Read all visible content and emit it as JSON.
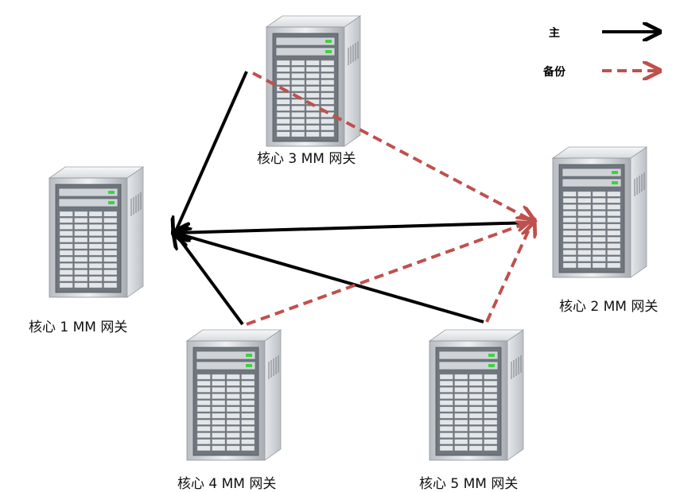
{
  "legend": {
    "primary_label": "主",
    "backup_label": "备份"
  },
  "nodes": [
    {
      "id": "core1",
      "label": "核心 1 MM 网关",
      "icon": "server-tower-icon"
    },
    {
      "id": "core2",
      "label": "核心 2 MM 网关",
      "icon": "server-tower-icon"
    },
    {
      "id": "core3",
      "label": "核心 3 MM 网关",
      "icon": "server-tower-icon"
    },
    {
      "id": "core4",
      "label": "核心 4 MM 网关",
      "icon": "server-tower-icon"
    },
    {
      "id": "core5",
      "label": "核心 5 MM 网关",
      "icon": "server-tower-icon"
    }
  ],
  "edges": [
    {
      "from": "core3",
      "to": "core1",
      "type": "primary"
    },
    {
      "from": "core2",
      "to": "core1",
      "type": "primary"
    },
    {
      "from": "core4",
      "to": "core1",
      "type": "primary"
    },
    {
      "from": "core5",
      "to": "core1",
      "type": "primary"
    },
    {
      "from": "core3",
      "to": "core2",
      "type": "backup"
    },
    {
      "from": "core4",
      "to": "core2",
      "type": "backup"
    },
    {
      "from": "core5",
      "to": "core2",
      "type": "backup"
    }
  ],
  "colors": {
    "primary": "#000000",
    "backup": "#c0504d"
  }
}
